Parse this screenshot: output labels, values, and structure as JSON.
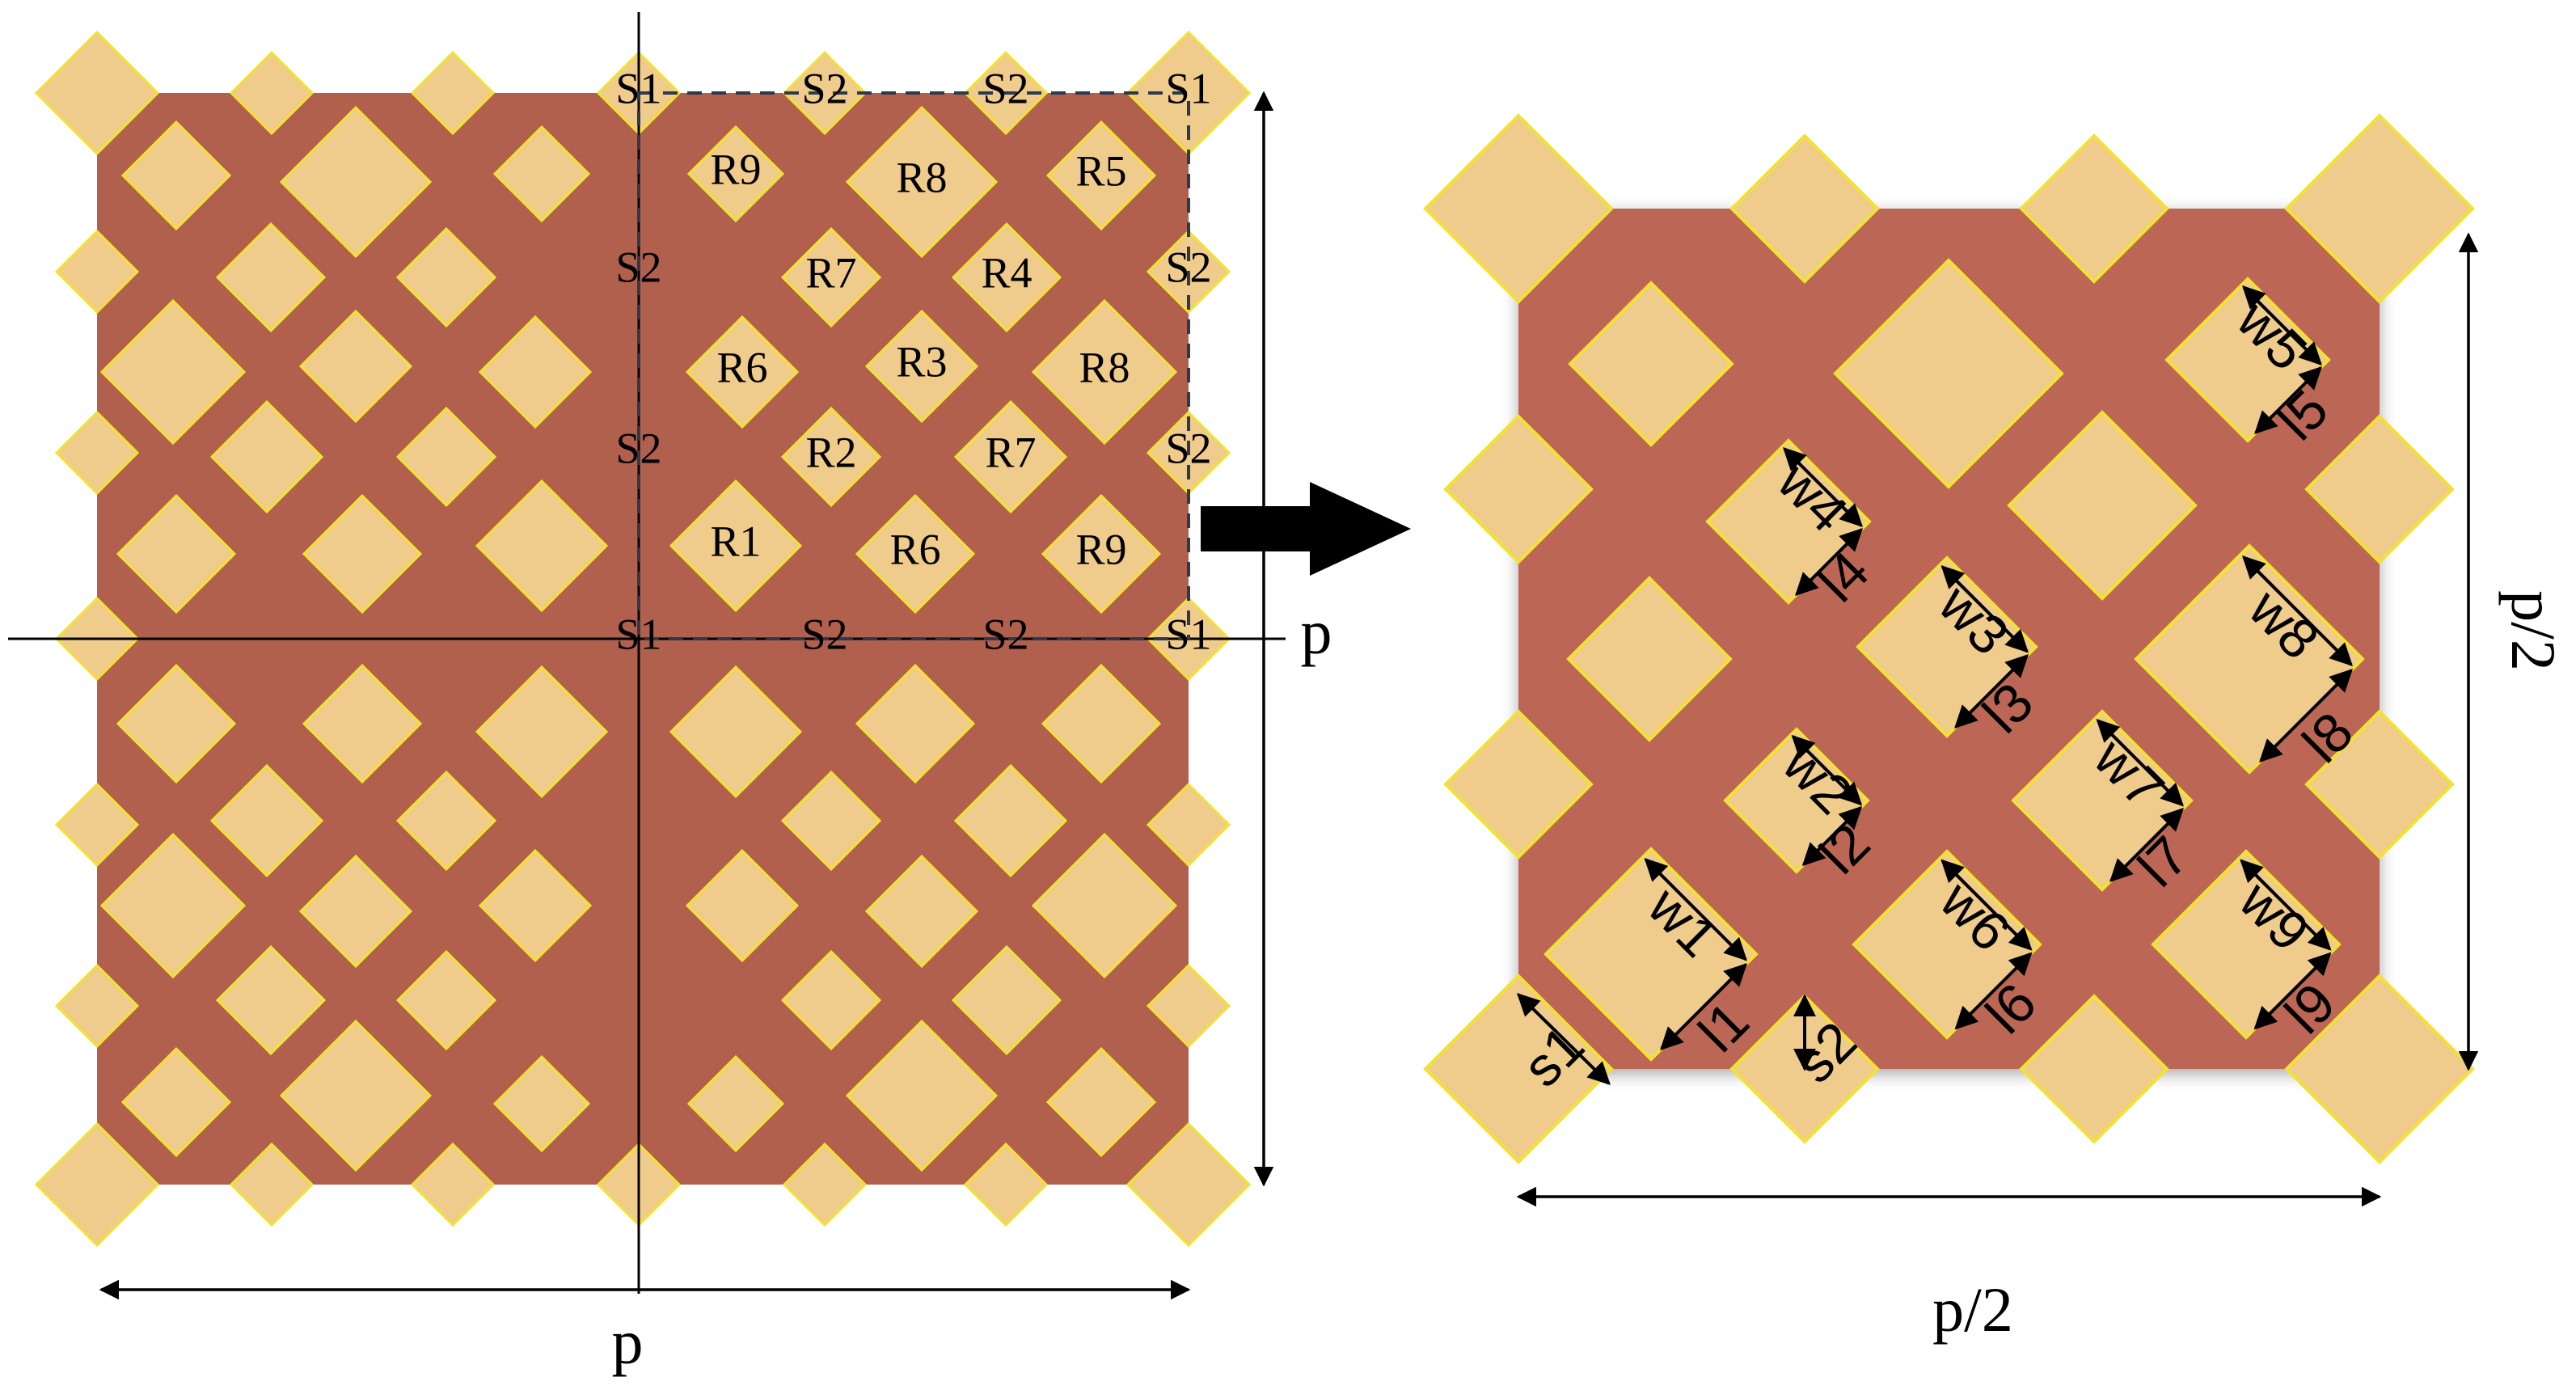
{
  "colors": {
    "substrate": "#b0604d",
    "substrate_zoom": "#bc6655",
    "patch": "#efcb8c",
    "patch_edge": "#f2e233",
    "line": "#000000",
    "dashed_box": "#2c3a4e"
  },
  "left_panel": {
    "axis_x_label": "p",
    "axis_y_label": "p",
    "corner_label": "S1",
    "side_label": "S2",
    "region_labels": [
      "R1",
      "R2",
      "R3",
      "R4",
      "R5",
      "R6",
      "R7",
      "R8",
      "R9"
    ]
  },
  "right_panel": {
    "bottom_label": "p/2",
    "side_label": "p/2",
    "width_labels": [
      "w1",
      "w2",
      "w3",
      "w4",
      "w5",
      "w6",
      "w7",
      "w8",
      "w9"
    ],
    "length_labels": [
      "l1",
      "l2",
      "l3",
      "l4",
      "l5",
      "l6",
      "l7",
      "l8",
      "l9"
    ],
    "gap_labels": [
      "s1",
      "s2"
    ]
  }
}
